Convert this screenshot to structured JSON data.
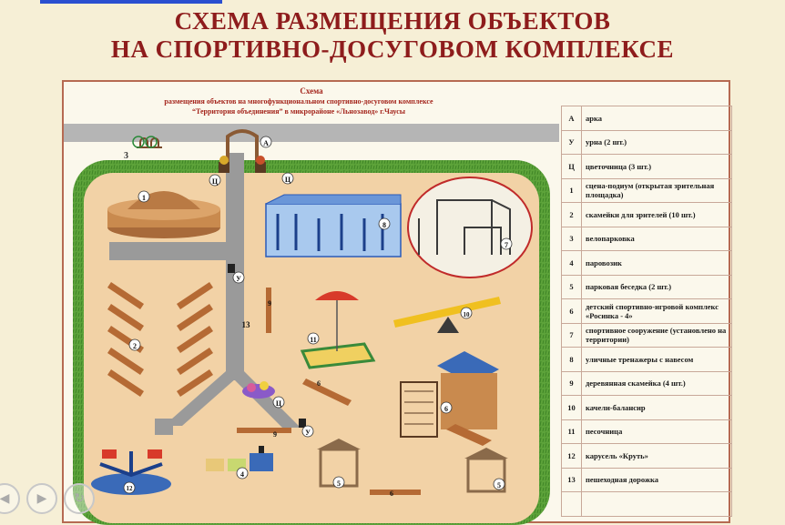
{
  "title": {
    "line1": "СХЕМА РАЗМЕЩЕНИЯ ОБЪЕКТОВ",
    "line2": "НА СПОРТИВНО-ДОСУГОВОМ КОМПЛЕКСЕ"
  },
  "scheme": {
    "caption1": "Схема",
    "caption2": "размещения объектов на многофункциональном спортивно-досуговом комплексе",
    "caption3": "“Территория объединения” в микрорайоне «Льнозавод» г.Чаусы",
    "markers": {
      "arch": "А",
      "bin": "У",
      "flowerbed": "Ц",
      "n1": "1",
      "n2": "2",
      "n3": "3",
      "n4": "4",
      "n5": "5",
      "n6": "6",
      "n7": "7",
      "n8": "8",
      "n9": "9",
      "n10": "10",
      "n11": "11",
      "n12": "12",
      "n13": "13"
    }
  },
  "legend": [
    {
      "key": "А",
      "label": "арка"
    },
    {
      "key": "У",
      "label": "урна (2 шт.)"
    },
    {
      "key": "Ц",
      "label": "цветочница (3 шт.)"
    },
    {
      "key": "1",
      "label": "сцена-подиум (открытая зрительная площадка)"
    },
    {
      "key": "2",
      "label": "скамейки для зрителей (10 шт.)"
    },
    {
      "key": "3",
      "label": "велопарковка"
    },
    {
      "key": "4",
      "label": "паровозик"
    },
    {
      "key": "5",
      "label": "парковая беседка (2 шт.)"
    },
    {
      "key": "6",
      "label": "детский спортивно-игровой комплекс «Росинка - 4»"
    },
    {
      "key": "7",
      "label": "спортивное сооружение (установлено на территории)"
    },
    {
      "key": "8",
      "label": "уличные тренажеры с навесом"
    },
    {
      "key": "9",
      "label": "деревянная скамейка (4 шт.)"
    },
    {
      "key": "10",
      "label": "качели-балансир"
    },
    {
      "key": "11",
      "label": "песочница"
    },
    {
      "key": "12",
      "label": "карусель «Круть»"
    },
    {
      "key": "13",
      "label": "пешеходная дорожка"
    },
    {
      "key": "",
      "label": ""
    }
  ],
  "media": {
    "prev_icon": "◀",
    "play_icon": "▶",
    "next_icon": "↻"
  },
  "colors": {
    "title": "#8e1c1c",
    "grass": "#5da33a",
    "sand": "#f2d2a6",
    "path": "#9a9a9a",
    "frame": "#b66a52"
  }
}
